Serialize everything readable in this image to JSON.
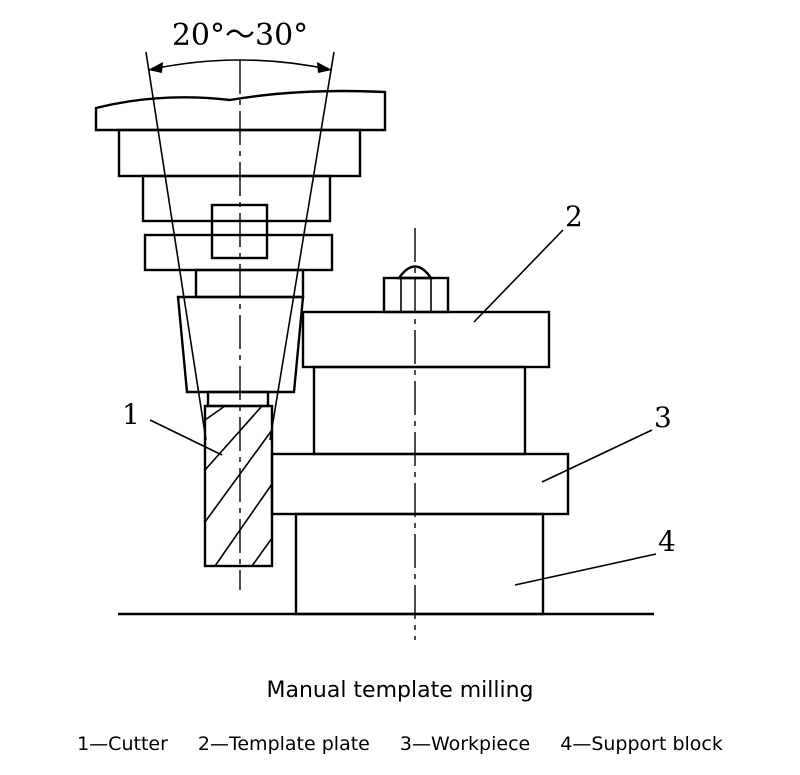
{
  "angle_label": "20°～30°",
  "caption": "Manual template milling",
  "callouts": [
    "1",
    "2",
    "3",
    "4"
  ],
  "legend": [
    "1—Cutter",
    "2—Template plate",
    "3—Workpiece",
    "4—Support block"
  ]
}
